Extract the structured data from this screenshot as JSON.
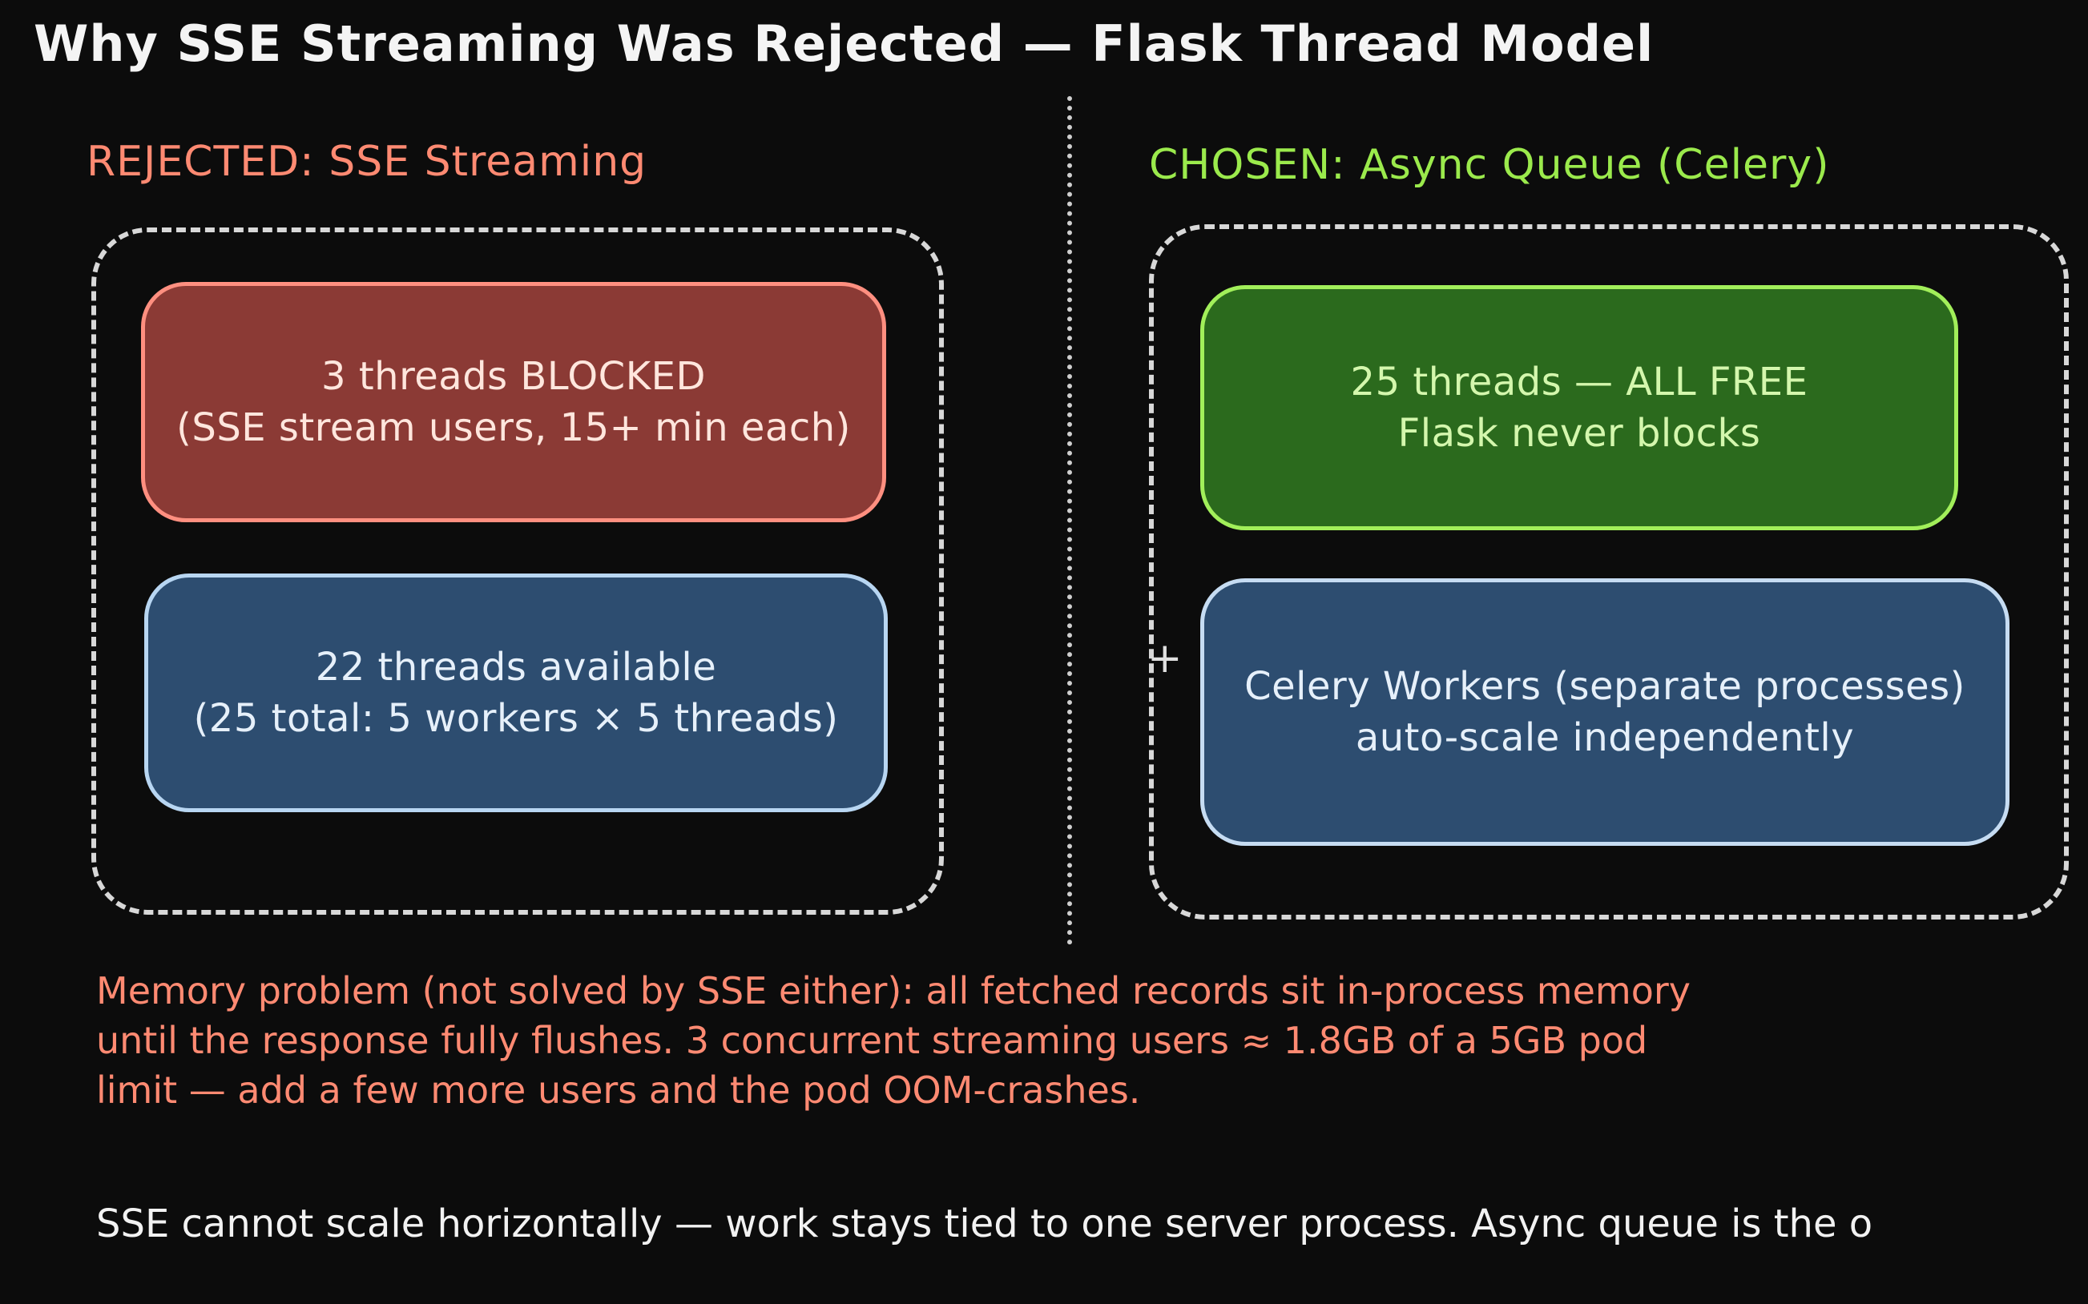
{
  "title": "Why SSE Streaming Was Rejected — Flask Thread Model",
  "left_panel": {
    "heading": "REJECTED: SSE Streaming",
    "blocked_box": {
      "line1": "3 threads BLOCKED",
      "line2": "(SSE stream users, 15+ min each)"
    },
    "available_box": {
      "line1": "22 threads available",
      "line2": "(25 total: 5 workers × 5 threads)"
    }
  },
  "right_panel": {
    "heading": "CHOSEN: Async Queue (Celery)",
    "free_box": {
      "line1": "25 threads — ALL FREE",
      "line2": "Flask never blocks"
    },
    "workers_box": {
      "line1": "Celery Workers (separate processes)",
      "line2": "auto-scale independently"
    }
  },
  "memory_note": "Memory problem (not solved by SSE either): all fetched records sit in-process memory until the response fully flushes. 3 concurrent streaming users ≈ 1.8GB of a 5GB pod limit — add a few more users and the pod OOM-crashes.",
  "footer_note": "SSE cannot scale horizontally — work stays tied to one server process. Async queue is the o",
  "colors": {
    "background": "#0c0c0c",
    "rejected_accent": "#ff8a72",
    "chosen_accent": "#9bea4c",
    "blocked_fill": "#8b3a35",
    "free_fill": "#2b6a1d",
    "neutral_fill": "#2d4d70"
  }
}
